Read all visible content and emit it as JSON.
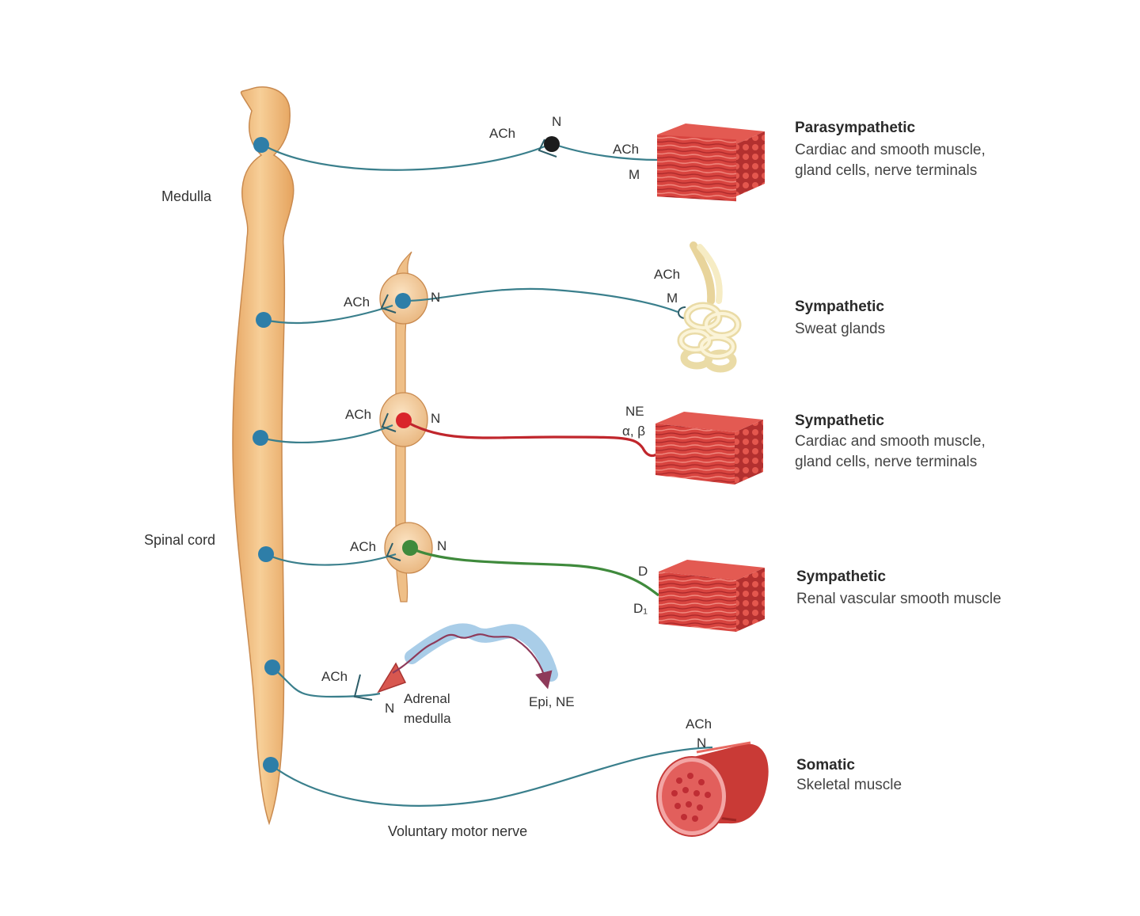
{
  "labels": {
    "medulla": "Medulla",
    "spinal_cord": "Spinal cord",
    "voluntary_motor_nerve": "Voluntary motor nerve"
  },
  "rows": {
    "r1": {
      "heading": "Parasympathetic",
      "desc_line1": "Cardiac and smooth muscle,",
      "desc_line2": "gland cells, nerve terminals",
      "preganglionic_nt": "ACh",
      "ganglion_receptor": "N",
      "target_nt": "ACh",
      "target_receptor": "M"
    },
    "r2": {
      "heading": "Sympathetic",
      "desc_line1": "Sweat glands",
      "preganglionic_nt": "ACh",
      "ganglion_receptor": "N",
      "target_nt": "ACh",
      "target_receptor": "M"
    },
    "r3": {
      "heading": "Sympathetic",
      "desc_line1": "Cardiac and smooth muscle,",
      "desc_line2": "gland cells, nerve terminals",
      "preganglionic_nt": "ACh",
      "ganglion_receptor": "N",
      "target_nt": "NE",
      "target_receptor": "α, β"
    },
    "r4": {
      "heading": "Sympathetic",
      "desc_line1": "Renal vascular smooth muscle",
      "preganglionic_nt": "ACh",
      "ganglion_receptor": "N",
      "target_nt": "D",
      "target_receptor": "D₁"
    },
    "r5": {
      "preganglionic_nt": "ACh",
      "receptor": "N",
      "organ_line1": "Adrenal",
      "organ_line2": "medulla",
      "release": "Epi, NE"
    },
    "r6": {
      "heading": "Somatic",
      "desc_line1": "Skeletal muscle",
      "target_nt": "ACh",
      "target_receptor": "N"
    }
  },
  "colors": {
    "cord": "#f2be80",
    "nerve_blue": "#3a7f8c",
    "neuron_blue": "#2e7ea8",
    "nerve_red": "#c0262c",
    "nerve_green": "#3f8a3c",
    "muscle": "#d8443f"
  }
}
